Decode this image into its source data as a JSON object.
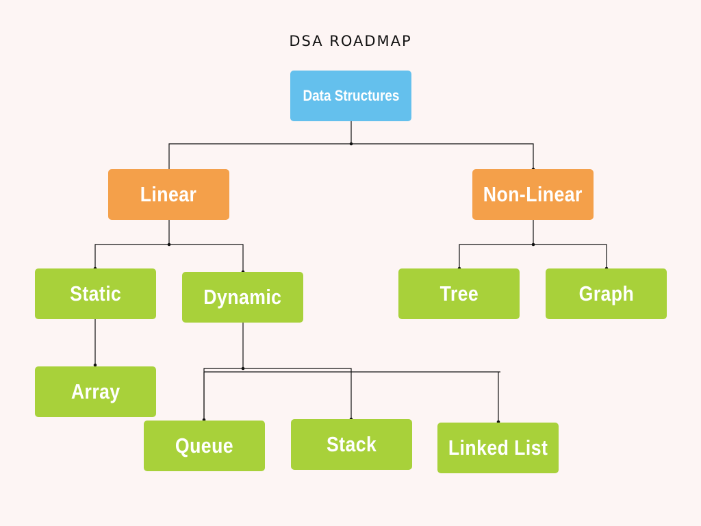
{
  "title": "DSA ROADMAP",
  "colors": {
    "background": "#fdf5f4",
    "root": "#64c0ed",
    "category": "#f4a04a",
    "leaf": "#a8d13a",
    "text": "#ffffff",
    "line": "#111111"
  },
  "nodes": {
    "data_structures": "Data Structures",
    "linear": "Linear",
    "non_linear": "Non-Linear",
    "static": "Static",
    "dynamic": "Dynamic",
    "tree": "Tree",
    "graph": "Graph",
    "array": "Array",
    "queue": "Queue",
    "stack": "Stack",
    "linked_list": "Linked List"
  },
  "edges": [
    [
      "data_structures",
      "linear"
    ],
    [
      "data_structures",
      "non_linear"
    ],
    [
      "linear",
      "static"
    ],
    [
      "linear",
      "dynamic"
    ],
    [
      "non_linear",
      "tree"
    ],
    [
      "non_linear",
      "graph"
    ],
    [
      "static",
      "array"
    ],
    [
      "dynamic",
      "queue"
    ],
    [
      "dynamic",
      "stack"
    ],
    [
      "dynamic",
      "linked_list"
    ]
  ]
}
